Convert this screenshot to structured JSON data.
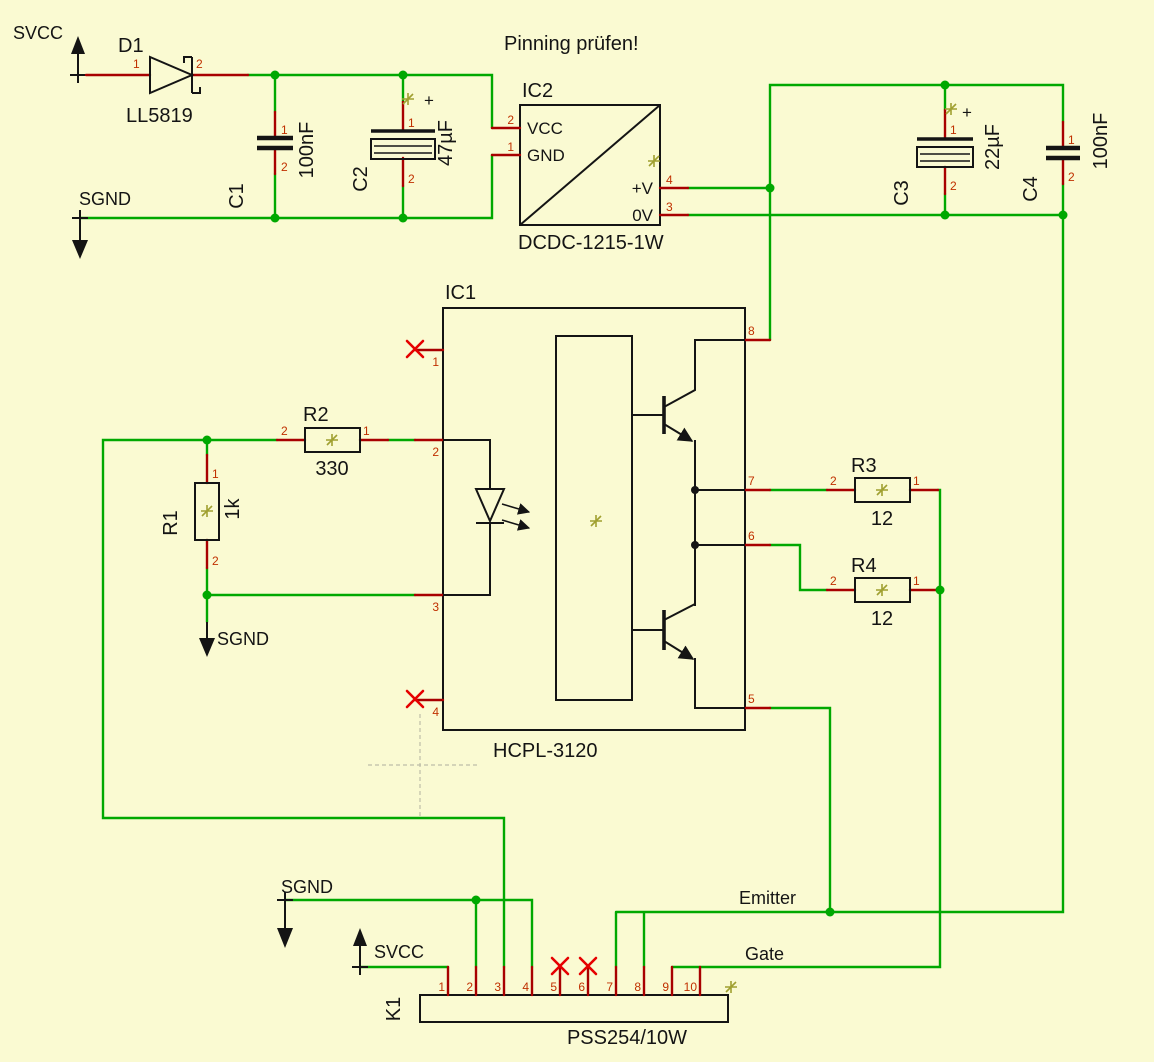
{
  "meta": {
    "sheet_note": "Pinning prüfen!"
  },
  "colors": {
    "background": "#FAFAD2",
    "net_green": "#00A800",
    "pin_dark_red": "#A80000",
    "pin_number_red": "#C03000",
    "symbol_black": "#141414",
    "unconnected_x": "#E60000",
    "origin_cross_olive": "#A0A030"
  },
  "power_labels": {
    "svcc_top": "SVCC",
    "sgnd_top": "SGND",
    "sgnd_mid": "SGND",
    "sgnd_bottom": "SGND",
    "svcc_bottom": "SVCC"
  },
  "net_labels": {
    "emitter": "Emitter",
    "gate": "Gate"
  },
  "components": {
    "d1": {
      "name": "D1",
      "value": "LL5819",
      "pins": [
        "1",
        "2"
      ]
    },
    "c1": {
      "name": "C1",
      "value": "100nF",
      "pins": [
        "1",
        "2"
      ]
    },
    "c2": {
      "name": "C2",
      "value": "47µF",
      "polarity_mark": "+",
      "pins": [
        "1",
        "2"
      ]
    },
    "c3": {
      "name": "C3",
      "value": "22µF",
      "polarity_mark": "+",
      "pins": [
        "1",
        "2"
      ]
    },
    "c4": {
      "name": "C4",
      "value": "100nF",
      "pins": [
        "1",
        "2"
      ]
    },
    "ic2": {
      "name": "IC2",
      "value": "DCDC-1215-1W",
      "pins": {
        "vcc": {
          "name": "VCC",
          "number": "2"
        },
        "gnd": {
          "name": "GND",
          "number": "1"
        },
        "plus_v": {
          "name": "+V",
          "number": "4"
        },
        "zero_v": {
          "name": "0V",
          "number": "3"
        }
      }
    },
    "ic1": {
      "name": "IC1",
      "value": "HCPL-3120",
      "pins": [
        "1",
        "2",
        "3",
        "4",
        "5",
        "6",
        "7",
        "8"
      ]
    },
    "r1": {
      "name": "R1",
      "value": "1k",
      "pins": [
        "1",
        "2"
      ]
    },
    "r2": {
      "name": "R2",
      "value": "330",
      "pins": [
        "1",
        "2"
      ]
    },
    "r3": {
      "name": "R3",
      "value": "12",
      "pins": [
        "1",
        "2"
      ]
    },
    "r4": {
      "name": "R4",
      "value": "12",
      "pins": [
        "1",
        "2"
      ]
    },
    "k1": {
      "name": "K1",
      "value": "PSS254/10W",
      "pins": [
        "1",
        "2",
        "3",
        "4",
        "5",
        "6",
        "7",
        "8",
        "9",
        "10"
      ]
    }
  }
}
